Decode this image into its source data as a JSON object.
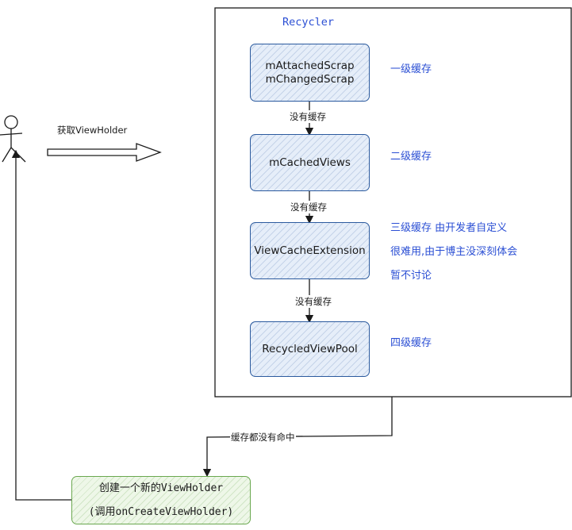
{
  "recycler_title": "Recycler",
  "boxes": {
    "level1_line1": "mAttachedScrap",
    "level1_line2": "mChangedScrap",
    "level2": "mCachedViews",
    "level3": "ViewCacheExtension",
    "level4": "RecycledViewPool"
  },
  "notes": {
    "level1": "一级缓存",
    "level2": "二级缓存",
    "level3_line1": "三级缓存  由开发者自定义",
    "level3_line2": "很难用,由于博主没深刻体会",
    "level3_line3": "暂不讨论",
    "level4": "四级缓存"
  },
  "arrows": {
    "no_cache_1": "没有缓存",
    "no_cache_2": "没有缓存",
    "no_cache_3": "没有缓存",
    "all_miss": "缓存都没有命中",
    "get_viewholder": "获取ViewHolder"
  },
  "create": {
    "line1": "创建一个新的ViewHolder",
    "line2": "(调用onCreateViewHolder)"
  },
  "colors": {
    "box_stroke": "#2b5a9e",
    "note_text": "#2b4fd4",
    "green_stroke": "#6aa84f"
  }
}
